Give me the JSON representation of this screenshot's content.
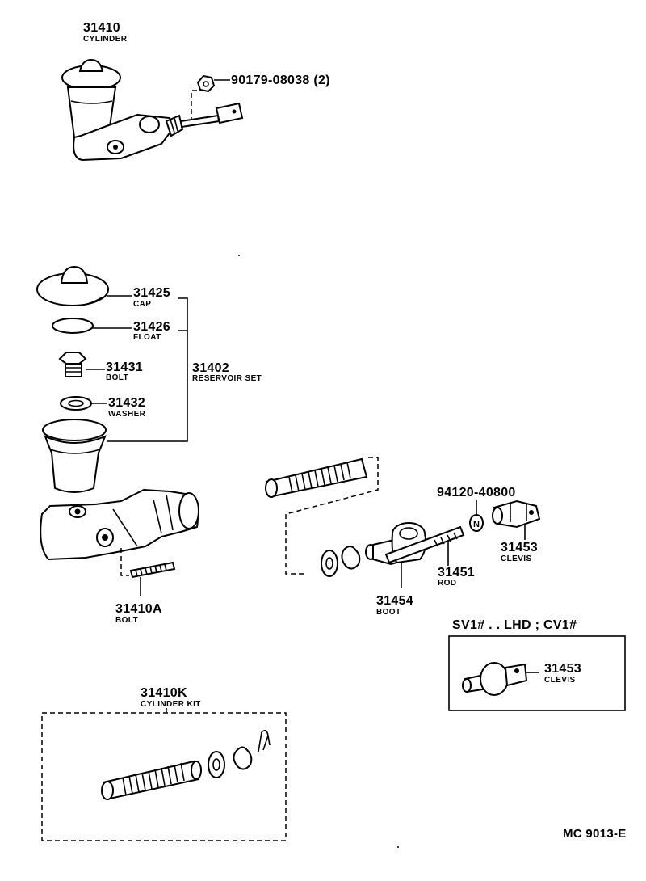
{
  "diagram": {
    "labels": {
      "cyl_pn": "31410",
      "cyl_nm": "CYLINDER",
      "nut_pn": "90179-08038 (2)",
      "cap_pn": "31425",
      "cap_nm": "CAP",
      "float_pn": "31426",
      "float_nm": "FLOAT",
      "bolt_pn": "31431",
      "bolt_nm": "BOLT",
      "washer_pn": "31432",
      "washer_nm": "WASHER",
      "res_pn": "31402",
      "res_nm": "RESERVOIR SET",
      "bolta_pn": "31410A",
      "bolta_nm": "BOLT",
      "nut2_pn": "94120-40800",
      "clevis_pn": "31453",
      "clevis_nm": "CLEVIS",
      "rod_pn": "31451",
      "rod_nm": "ROD",
      "boot_pn": "31454",
      "boot_nm": "BOOT",
      "variant_title": "SV1# . . LHD ; CV1#",
      "clevis2_pn": "31453",
      "clevis2_nm": "CLEVIS",
      "kit_pn": "31410K",
      "kit_nm": "CYLINDER KIT",
      "figure_code": "MC 9013-E"
    },
    "icons": {
      "nut_glyph": "N"
    }
  }
}
